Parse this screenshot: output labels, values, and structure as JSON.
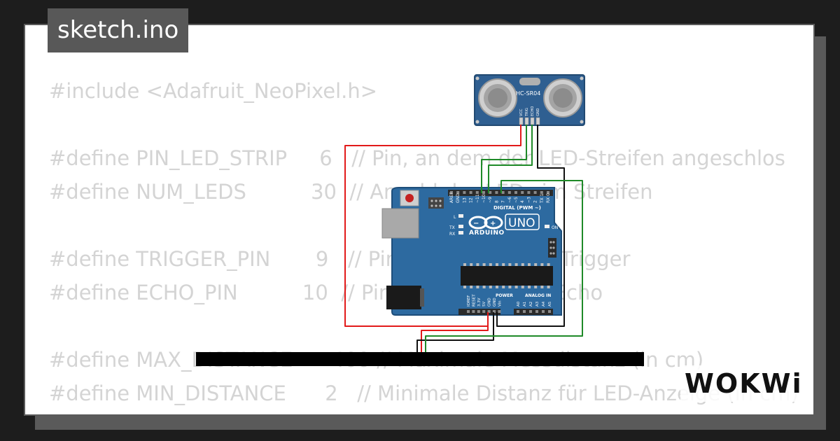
{
  "tab": {
    "filename": "sketch.ino"
  },
  "code_lines": [
    "#include <Adafruit_NeoPixel.h>",
    "",
    "#define PIN_LED_STRIP     6   // Pin, an dem der LED-Streifen angeschlos",
    "#define NUM_LEDS          30  // Anzahl der LEDs im Streifen",
    "",
    "#define TRIGGER_PIN       9   // Pin für den Sensor Trigger",
    "#define ECHO_PIN          10  // Pin für den Sensor Echo",
    "",
    "#define MAX_DISTANCE      400 // Maximale Messdistanz (in cm)",
    "#define MIN_DISTANCE      2   // Minimale Distanz für LED-Anzeige (in cm)"
  ],
  "sensor": {
    "label": "HC-SR04",
    "pins": [
      "VCC",
      "TRIG",
      "ECHO",
      "GND"
    ]
  },
  "arduino": {
    "brand": "ARDUINO",
    "model": "UNO",
    "digital_label": "DIGITAL (PWM ~)",
    "analog_label": "ANALOG IN",
    "power_label": "POWER",
    "on_label": "ON",
    "l_label": "L",
    "tx_label": "TX",
    "rx_label": "RX",
    "digital_pins": [
      "AREF",
      "GND",
      "13",
      "12",
      "~11",
      "~10",
      "~9",
      "8",
      "7",
      "~6",
      "~5",
      "4",
      "~3",
      "2",
      "TX 1",
      "RX 0"
    ],
    "power_pins": [
      "IOREF",
      "RESET",
      "3.3V",
      "5V",
      "GND",
      "GND",
      "Vin"
    ],
    "analog_pins": [
      "A0",
      "A1",
      "A2",
      "A3",
      "A4",
      "A5"
    ]
  },
  "branding": {
    "logo": "WOKWi"
  },
  "colors": {
    "background": "#1d1d1d",
    "card": "#ffffff",
    "tab": "#585858",
    "code_text": "#d4d4d4",
    "board": "#2d6aa0",
    "sensor": "#2f5f91",
    "wire_red": "#e21a1a",
    "wire_green": "#1f8a28",
    "wire_black": "#111111"
  }
}
